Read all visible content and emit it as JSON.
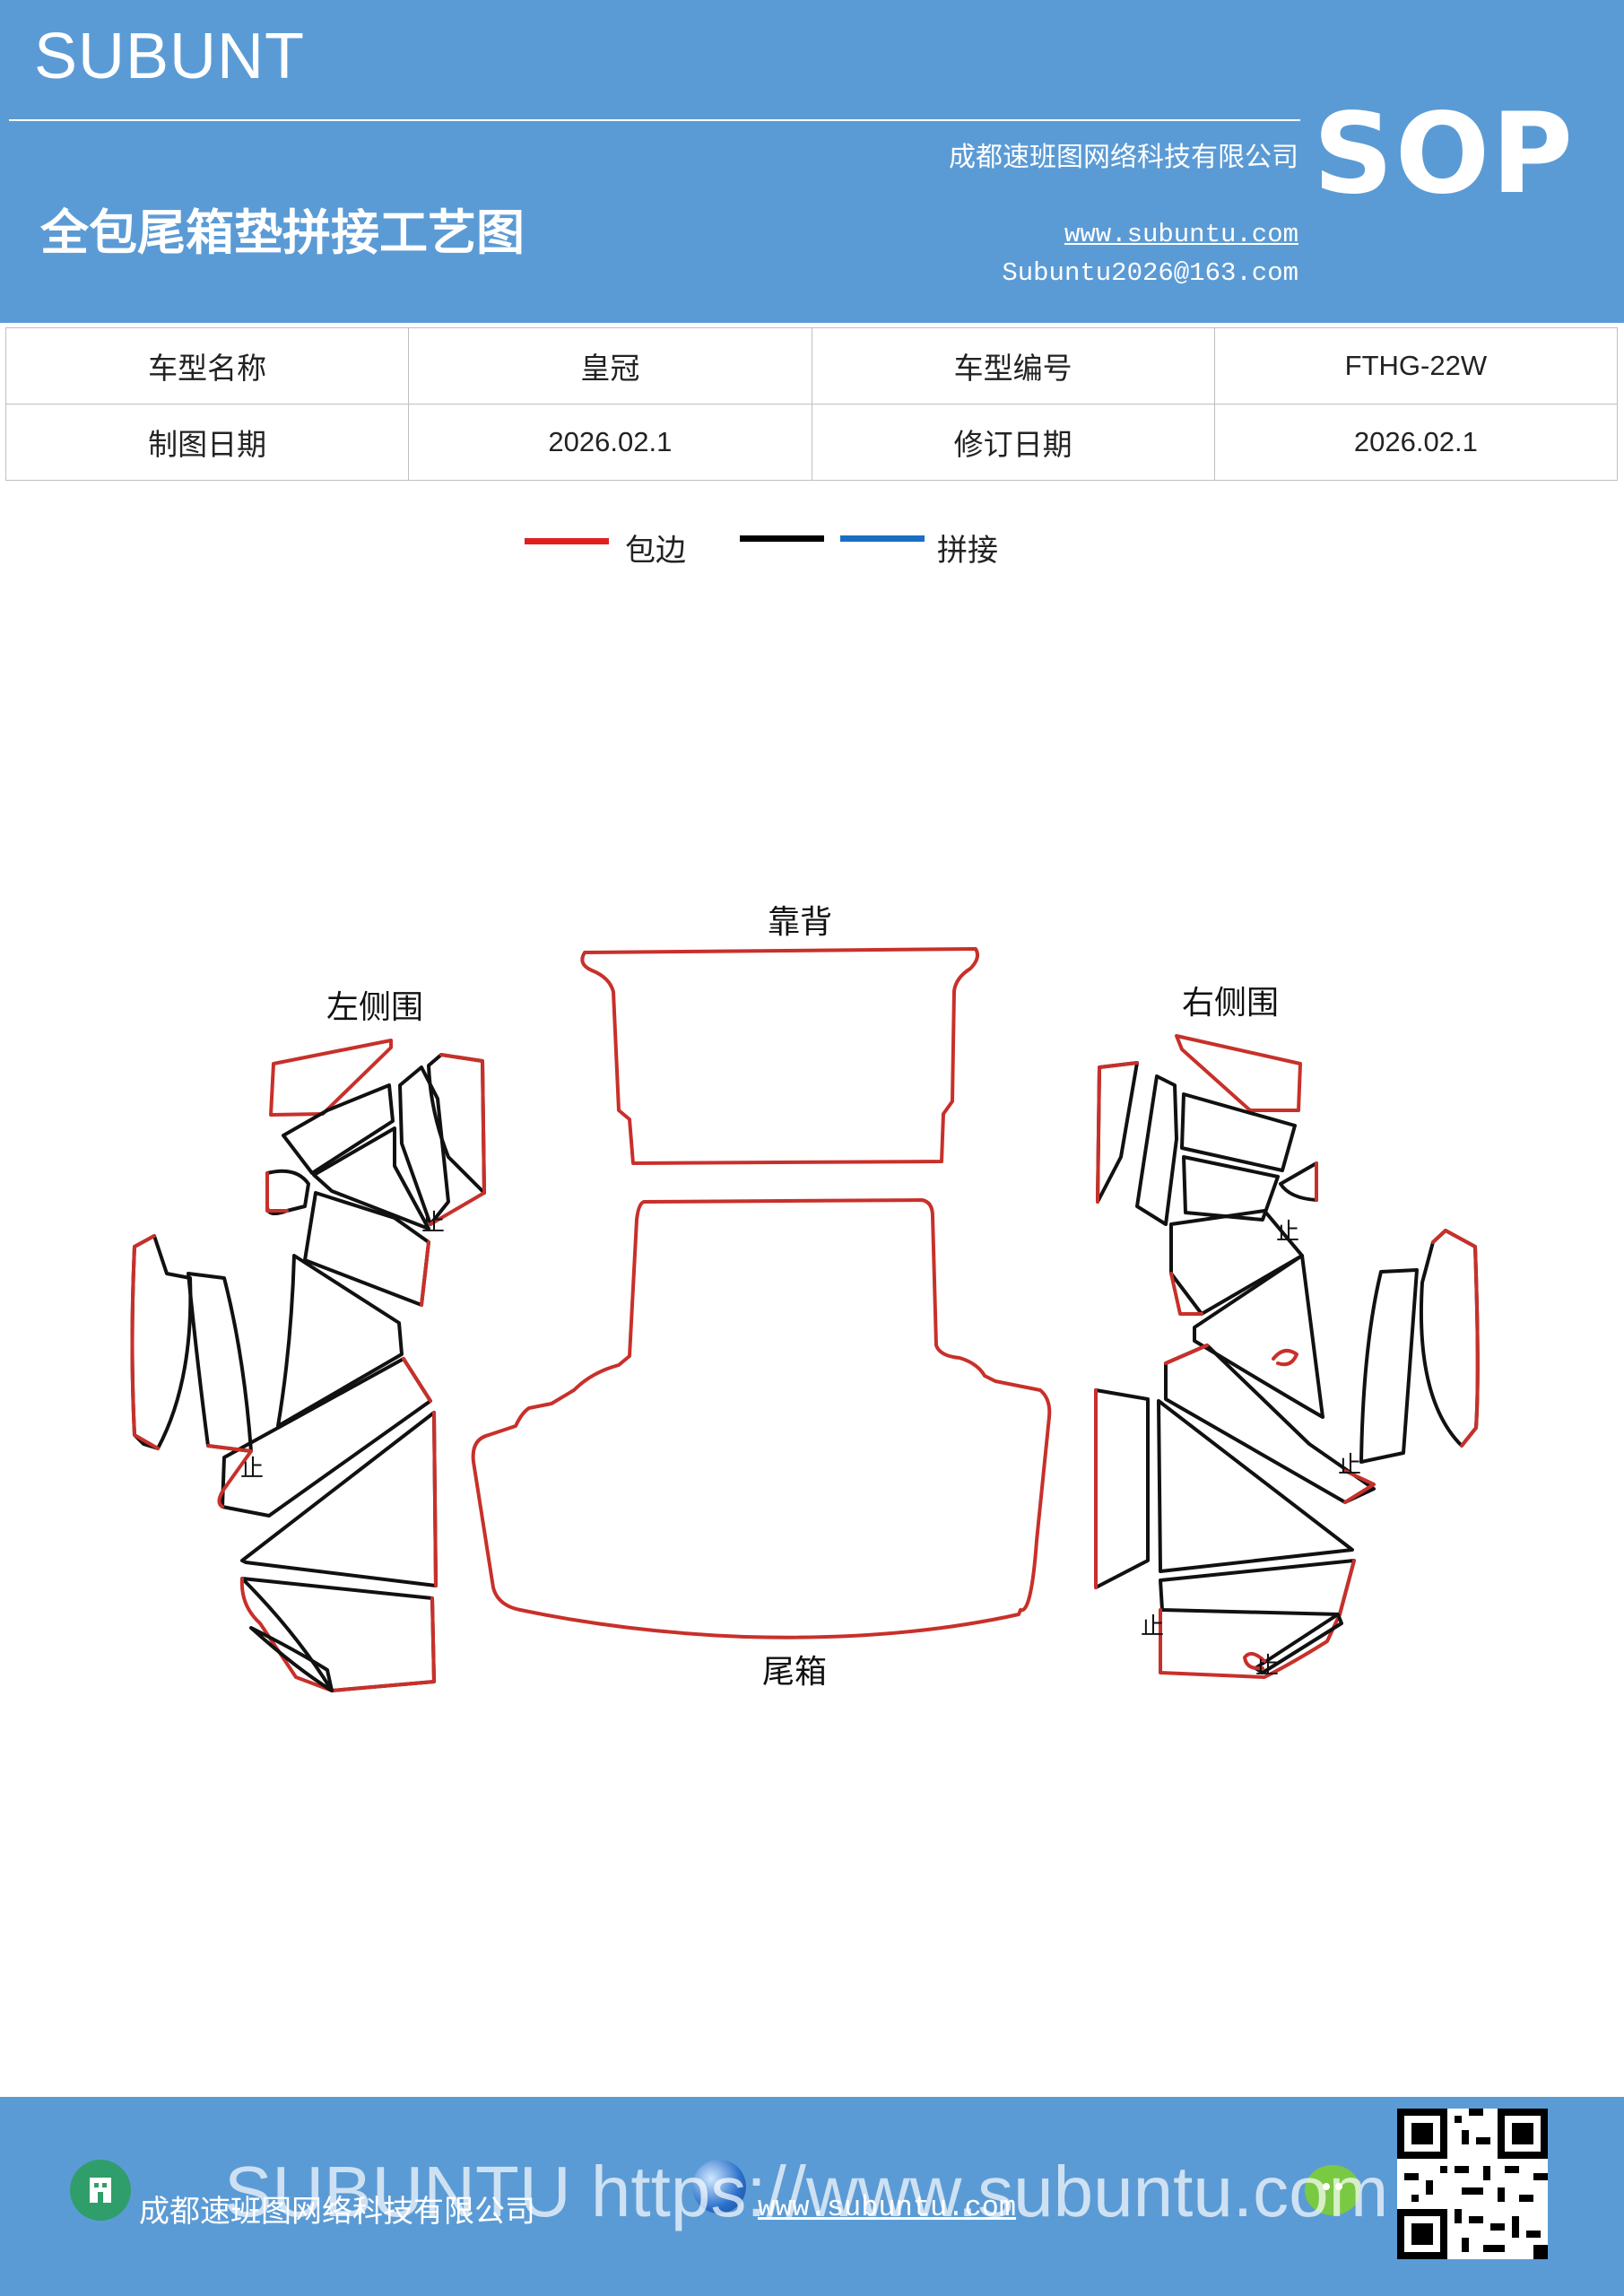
{
  "header": {
    "brand": "SUBUNT",
    "sop": "SOP",
    "title": "全包尾箱垫拼接工艺图",
    "company": "成都速班图网络科技有限公司",
    "website": "www.subuntu.com",
    "email": "Subuntu2026@163.com"
  },
  "info_table": {
    "rows": [
      {
        "label1": "车型名称",
        "value1": "皇冠",
        "label2": "车型编号",
        "value2": "FTHG-22W"
      },
      {
        "label1": "制图日期",
        "value1": "2026.02.1",
        "label2": "修订日期",
        "value2": "2026.02.1"
      }
    ]
  },
  "legend": {
    "items": [
      {
        "label": "包边",
        "color": "#e02020"
      },
      {
        "label": "",
        "color": "#000000"
      },
      {
        "label": "拼接",
        "color": "#1a6fc2"
      }
    ]
  },
  "diagram": {
    "labels": {
      "backrest": "靠背",
      "left_side": "左侧围",
      "right_side": "右侧围",
      "trunk": "尾箱"
    },
    "stop_mark": "止"
  },
  "footer": {
    "company": "成都速班图网络科技有限公司",
    "website": "www.subuntu.com",
    "watermark": "SUBUNTU https://www.subuntu.com"
  },
  "colors": {
    "header_bg": "#5b9bd5",
    "edge_red": "#c8302a",
    "seam_black": "#111111"
  }
}
